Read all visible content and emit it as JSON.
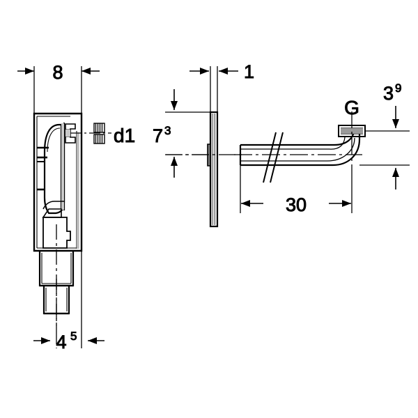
{
  "drawing": {
    "type": "engineering-dimensioned-drawing",
    "background_color": "#ffffff",
    "line_color": "#000000",
    "views": [
      {
        "name": "left-side-section-view",
        "description": "concealed cistern side cross-section with internal valve and outlet spout"
      },
      {
        "name": "middle-plate-edge-view",
        "description": "thin actuator plate seen edge-on"
      },
      {
        "name": "right-pipe-elbow-view",
        "description": "flush pipe with break lines and threaded G connection"
      }
    ],
    "dimensions": {
      "width_8": {
        "value": "8",
        "superscript": ""
      },
      "depth_1": {
        "value": "1",
        "superscript": ""
      },
      "height_7_3": {
        "value": "7",
        "superscript": "3"
      },
      "height_3_9": {
        "value": "3",
        "superscript": "9"
      },
      "length_30": {
        "value": "30",
        "superscript": ""
      },
      "width_4_5": {
        "value": "4",
        "superscript": "5"
      }
    },
    "labels": {
      "thread_d1": "d1",
      "thread_g": "G"
    },
    "icons": {
      "thread_symbol": "hatched-thread-icon",
      "break_line": "break-line-icon",
      "centerline": "centerline-icon",
      "arrow_head": "dimension-arrow-icon"
    }
  }
}
